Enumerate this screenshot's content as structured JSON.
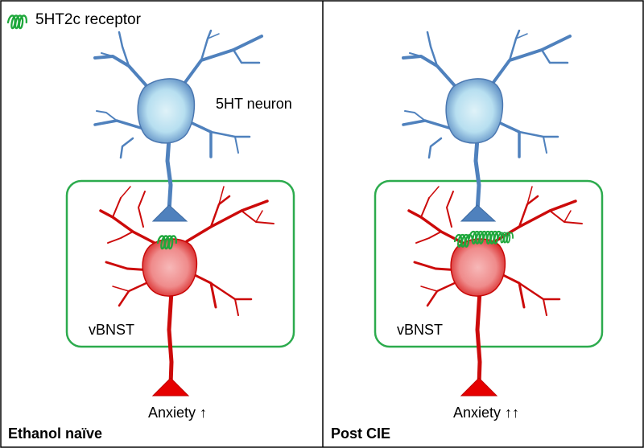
{
  "legend": {
    "icon": "receptor-coil-icon",
    "label": "5HT2c receptor"
  },
  "colors": {
    "serotonin_neuron": "#4f81bd",
    "serotonin_soma_light": "#d2ecf5",
    "bnst_neuron": "#d20a0a",
    "bnst_soma_light": "#f5a5a5",
    "receptor": "#1fa83c",
    "region_box": "#2cab4d",
    "border": "#000000"
  },
  "panels": [
    {
      "title": "Ethanol naïve",
      "neuron_label": "5HT neuron",
      "region_label": "vBNST",
      "outcome_label": "Anxiety ↑",
      "receptor_count": 1
    },
    {
      "title": "Post CIE",
      "neuron_label": "",
      "region_label": "vBNST",
      "outcome_label": "Anxiety ↑↑",
      "receptor_count": 4
    }
  ]
}
